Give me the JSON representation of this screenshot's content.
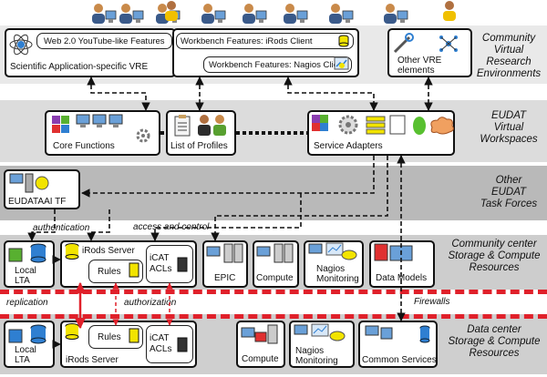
{
  "layers": {
    "community_vre": [
      "Community",
      "Virtual",
      "Research",
      "Environments"
    ],
    "eudat_workspaces": [
      "EUDAT",
      "Virtual",
      "Workspaces"
    ],
    "task_forces": [
      "Other",
      "EUDAT",
      "Task Forces"
    ],
    "community_center": [
      "Community center",
      "Storage & Compute",
      "Resources"
    ],
    "data_center": [
      "Data center",
      "Storage & Compute",
      "Resources"
    ]
  },
  "vre": {
    "web20": "Web 2.0 YouTube-like Features",
    "scientific": "Scientific Application-specific VRE",
    "irods_client": "Workbench Features: iRods Client",
    "nagios_client": "Workbench Features:  Nagios Client",
    "other_vre": [
      "Other VRE",
      "elements"
    ]
  },
  "workspace": {
    "core_functions": "Core Functions",
    "profiles": "List of Profiles",
    "service_adapters": "Service Adapters"
  },
  "taskforce": {
    "aai": "EUDATAAI TF"
  },
  "edges": {
    "authentication": "authentication",
    "access_control": "access and control",
    "replication": "replication",
    "authorization": "authorization",
    "firewalls": "Firewalls"
  },
  "community": {
    "local_lta": [
      "Local",
      "LTA"
    ],
    "irods_server": "iRods Server",
    "rules": "Rules",
    "icat_acls": [
      "iCAT",
      "ACLs"
    ],
    "epic": "EPIC",
    "compute": "Compute",
    "nagios": [
      "Nagios",
      "Monitoring"
    ],
    "data_models": "Data Models"
  },
  "datacenter": {
    "local_lta": [
      "Local",
      "LTA"
    ],
    "irods_server": "iRods Server",
    "rules": "Rules",
    "icat_acls": [
      "iCAT",
      "ACLs"
    ],
    "compute": "Compute",
    "nagios": [
      "Nagios",
      "Monitoring"
    ],
    "common_services": "Common Services"
  },
  "colors": {
    "band_light": "#e9e9e9",
    "band_mid": "#cfcfcf",
    "band_dark": "#b8b8b8",
    "firewall": "#e0202a",
    "yellow": "#f2e400",
    "blue": "#2f7fd1"
  }
}
